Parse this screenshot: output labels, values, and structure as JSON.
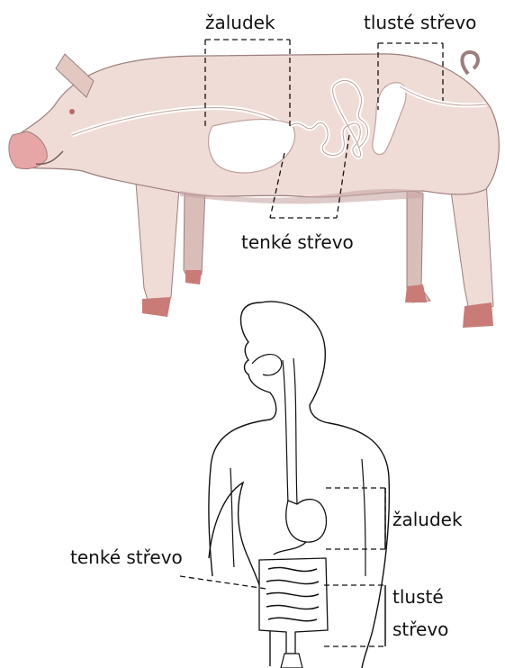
{
  "pig": {
    "labels": {
      "stomach": "žaludek",
      "large_intestine": "tlusté střevo",
      "small_intestine": "tenké střevo"
    }
  },
  "human": {
    "labels": {
      "stomach": "žaludek",
      "large_intestine_line1": "tlusté",
      "large_intestine_line2": "střevo",
      "small_intestine": "tenké střevo"
    }
  },
  "colors": {
    "pig_body": "#efdcd6",
    "pig_shade": "#c8a7a5",
    "pig_snout": "#e7a6a6",
    "pig_hoof": "#c97b78",
    "organ_fill": "#ffffff",
    "outline": "#111111"
  }
}
